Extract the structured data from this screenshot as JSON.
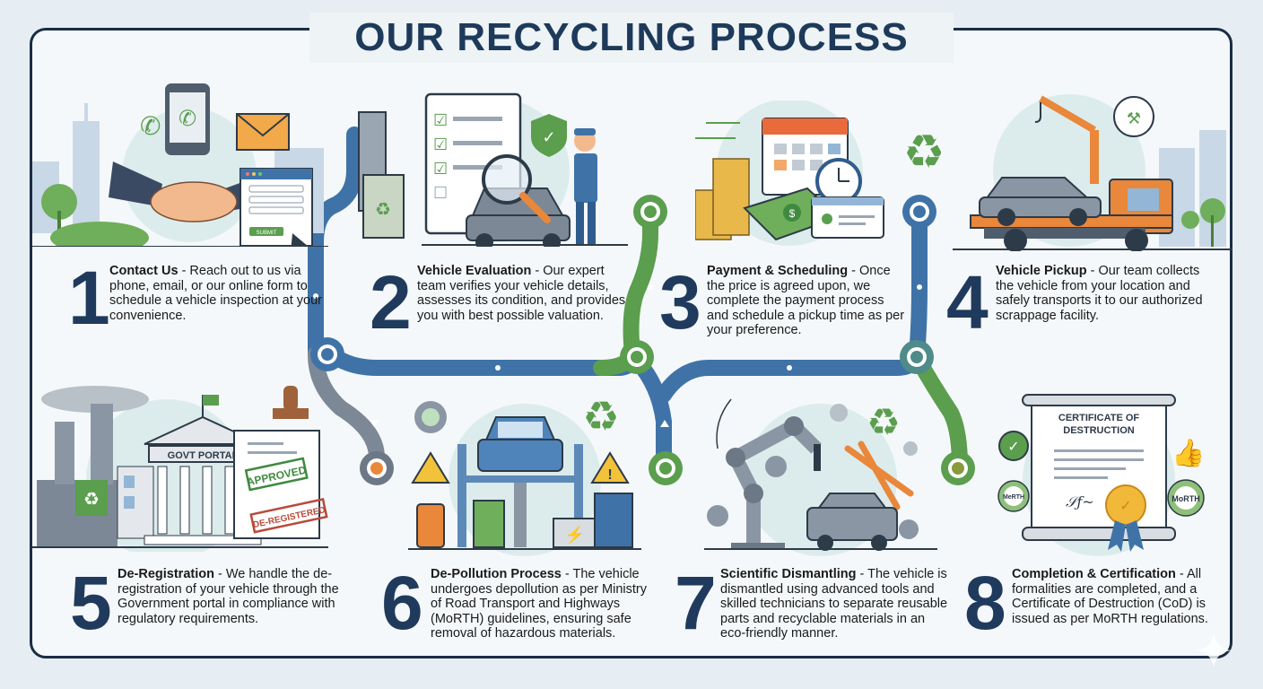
{
  "title": "OUR RECYCLING PROCESS",
  "colors": {
    "navy": "#1e3a5a",
    "blue_path": "#3f73a8",
    "green_path": "#5a9e4e",
    "orange": "#e9873b",
    "frame": "#1b2d45"
  },
  "steps": [
    {
      "number": "1",
      "heading": "Contact Us",
      "text": " - Reach out to us via phone, email, or our online form to schedule a vehicle inspection at your convenience.",
      "illustration": "handshake-contact-icon"
    },
    {
      "number": "2",
      "heading": "Vehicle Evaluation",
      "text": " - Our expert team verifies your vehicle details, assesses its condition, and provides you with best possible valuation.",
      "illustration": "inspection-checklist-icon"
    },
    {
      "number": "3",
      "heading": "Payment & Scheduling",
      "text": " - Once the price is agreed upon, we complete the payment process and schedule a pickup time as per your preference.",
      "illustration": "payment-calendar-icon"
    },
    {
      "number": "4",
      "heading": "Vehicle Pickup",
      "text": " - Our team collects the vehicle from your location and safely transports it to our authorized scrappage facility.",
      "illustration": "tow-truck-icon"
    },
    {
      "number": "5",
      "heading": "De-Registration",
      "text": " - We handle the de-registration of your vehicle through the Government portal in compliance with regulatory requirements.",
      "illustration": "govt-portal-icon"
    },
    {
      "number": "6",
      "heading": "De-Pollution Process",
      "text": " - The vehicle undergoes depollution as per Ministry of Road Transport and Highways (MoRTH) guidelines, ensuring safe removal of hazardous materials.",
      "illustration": "car-lift-depollution-icon"
    },
    {
      "number": "7",
      "heading": "Scientific Dismantling",
      "text": " - The vehicle is dismantled using advanced tools and skilled technicians to separate reusable parts and recyclable materials in an eco-friendly manner.",
      "illustration": "robotic-arm-dismantling-icon"
    },
    {
      "number": "8",
      "heading": "Completion & Certification",
      "text": " - All formalities are completed, and a Certificate of Destruction (CoD) is issued as per MoRTH regulations.",
      "illustration": "certificate-icon"
    }
  ],
  "illustration_labels": {
    "submit": "SUBMIT",
    "govt_portal": "GOVT PORTAL",
    "approved": "APPROVED",
    "deregistered": "DE-REGISTERED",
    "certificate_line1": "CERTIFICATE OF",
    "certificate_line2": "DESTRUCTION",
    "morth_left": "MeRTH",
    "morth_right": "MoRTH"
  }
}
